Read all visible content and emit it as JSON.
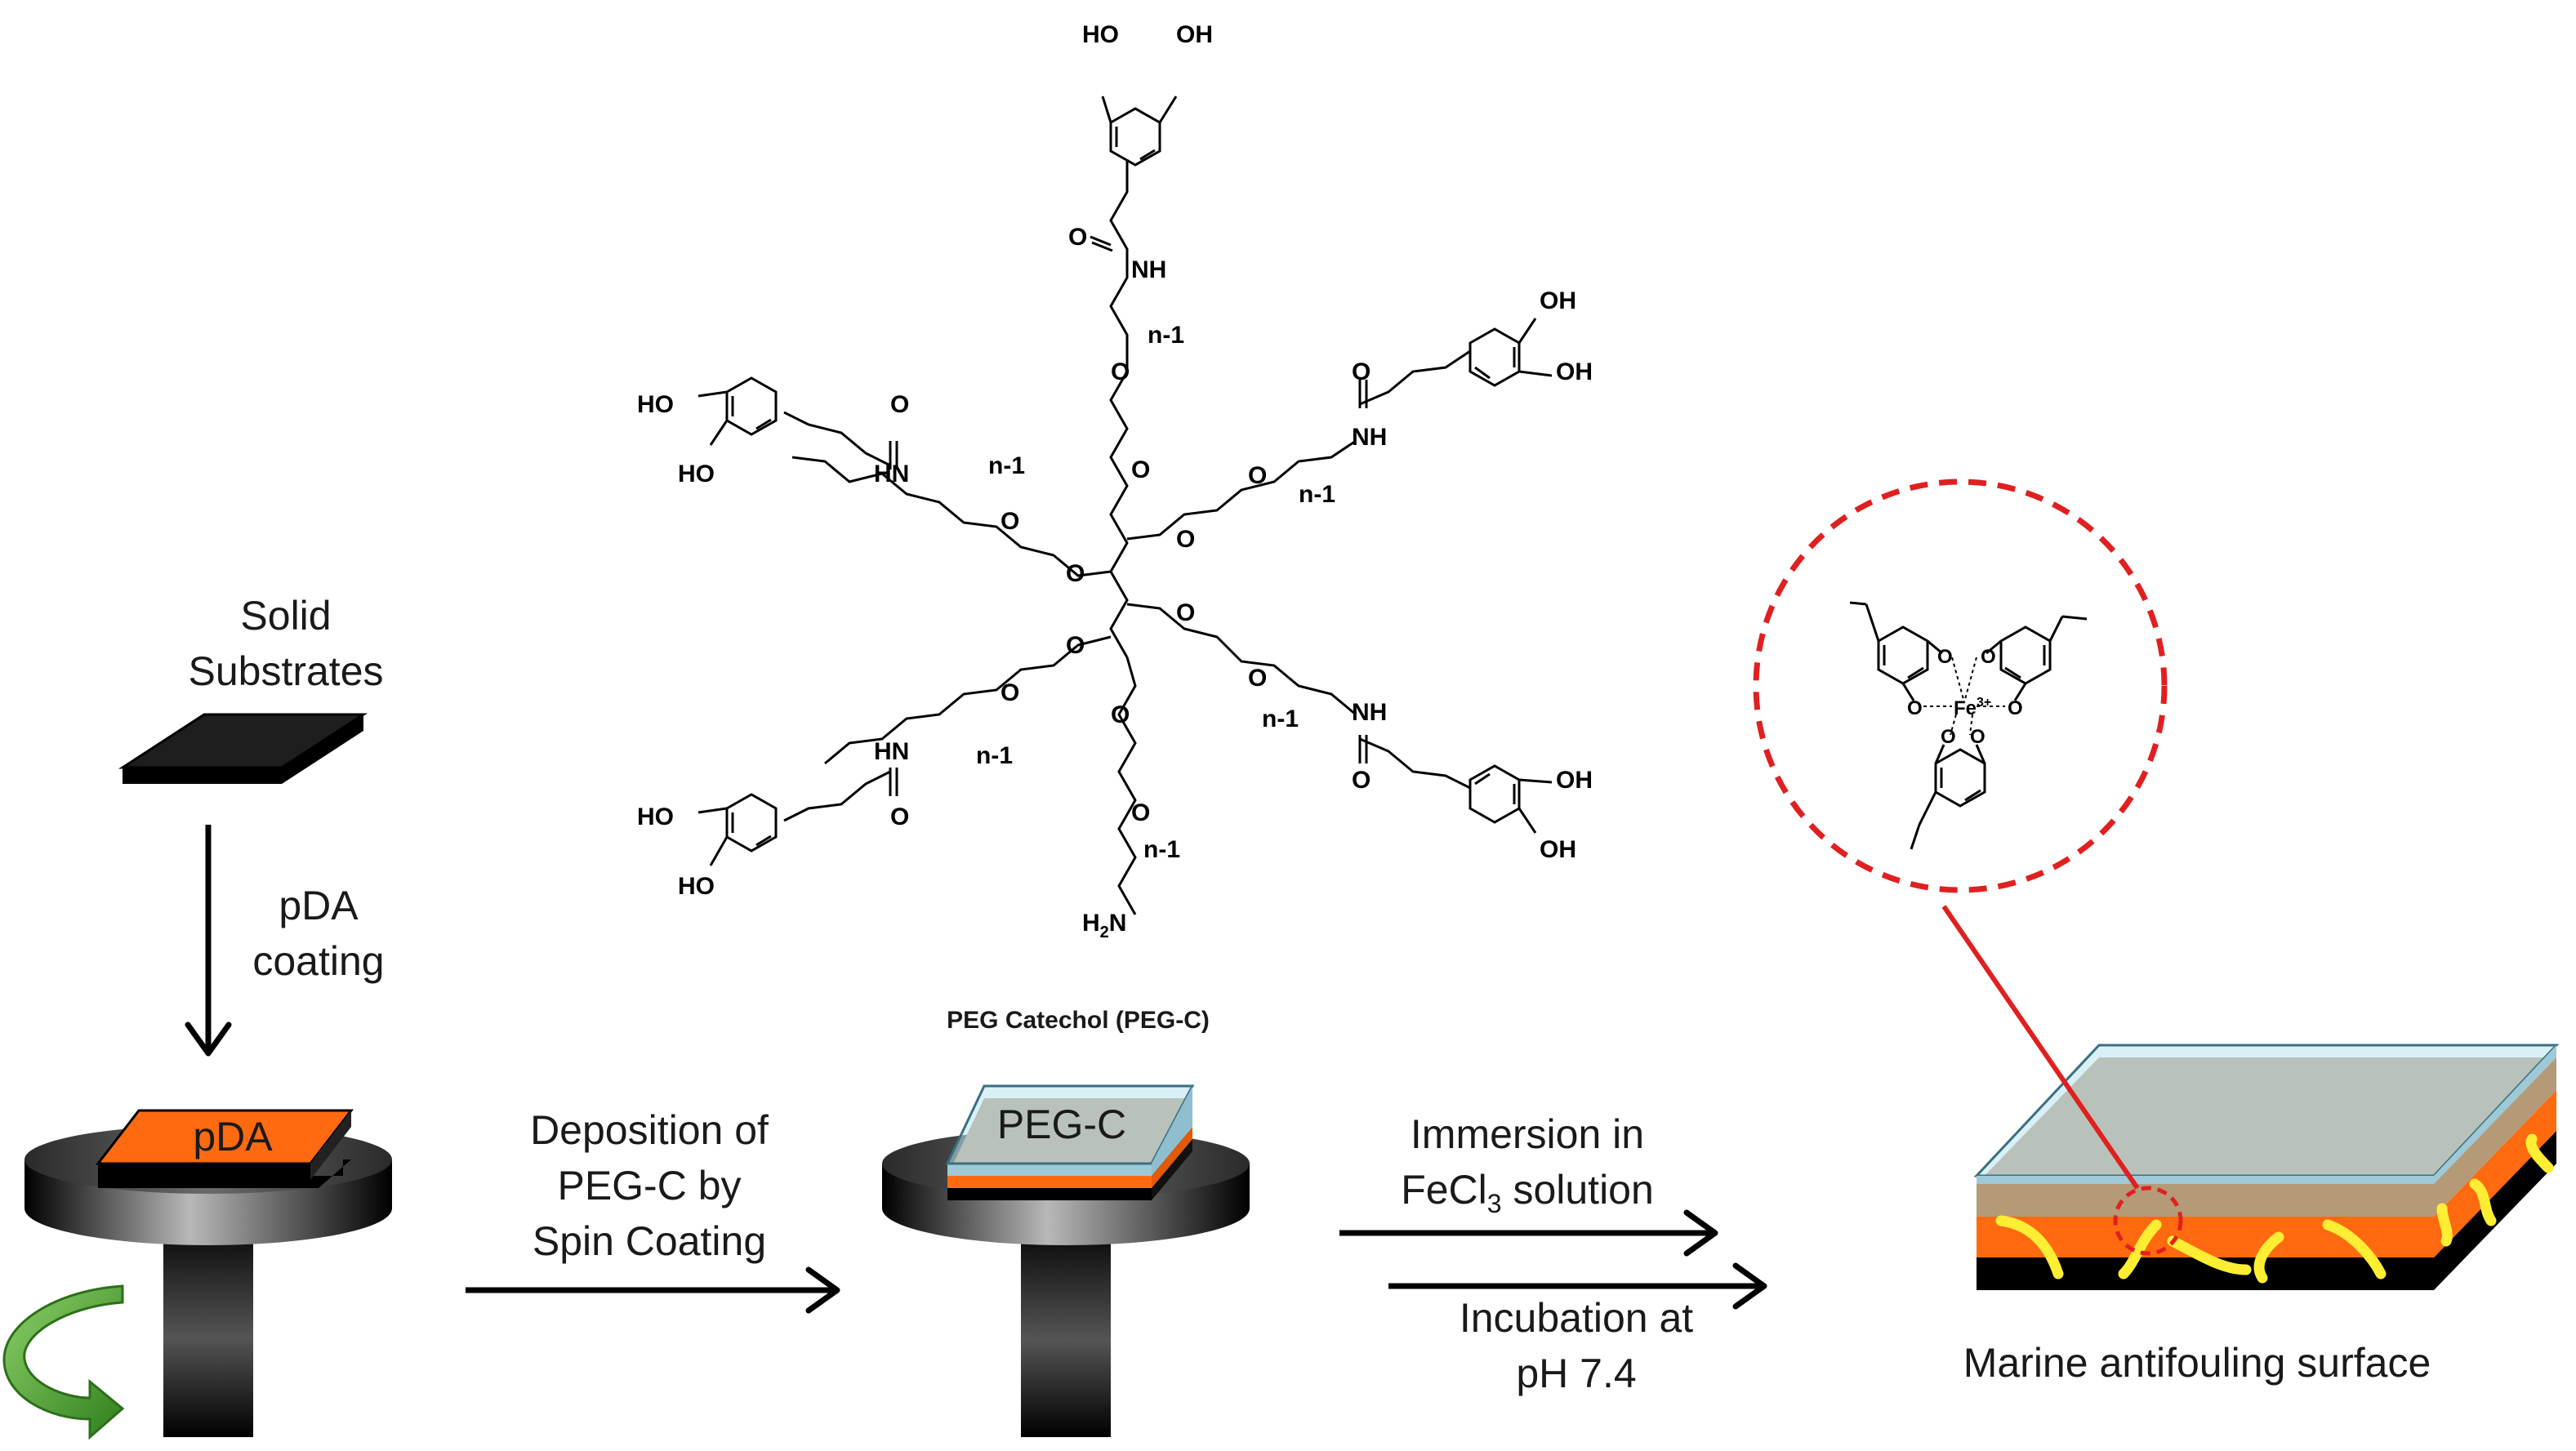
{
  "labels": {
    "solid_substrates_1": "Solid",
    "solid_substrates_2": "Substrates",
    "pda_coating_1": "pDA",
    "pda_coating_2": "coating",
    "pda_layer": "pDA",
    "deposition_1": "Deposition of",
    "deposition_2": "PEG-C by",
    "deposition_3": "Spin Coating",
    "pegc_layer": "PEG-C",
    "peg_catechol": "PEG Catechol (PEG-C)",
    "immersion_1": "Immersion in",
    "immersion_2a": "FeCl",
    "immersion_2sub": "3",
    "immersion_2b": " solution",
    "incubation_1": "Incubation at",
    "incubation_2": "pH 7.4",
    "marine": "Marine antifouling surface"
  },
  "chem": {
    "ho": "HO",
    "oh": "OH",
    "o": "O",
    "nh": "NH",
    "hn": "HN",
    "n1": "n-1",
    "h2n": "H2N",
    "fe": "Fe",
    "fe_charge": "3+"
  },
  "colors": {
    "pda_orange": "#ff6a10",
    "pegc_blue": "#b9e3f0",
    "pegc_tan": "#b59a78",
    "substrate_black": "#111111",
    "linker_yellow": "#ffee33",
    "zoom_red": "#e02020",
    "rotate_green": "#4aa02a"
  }
}
